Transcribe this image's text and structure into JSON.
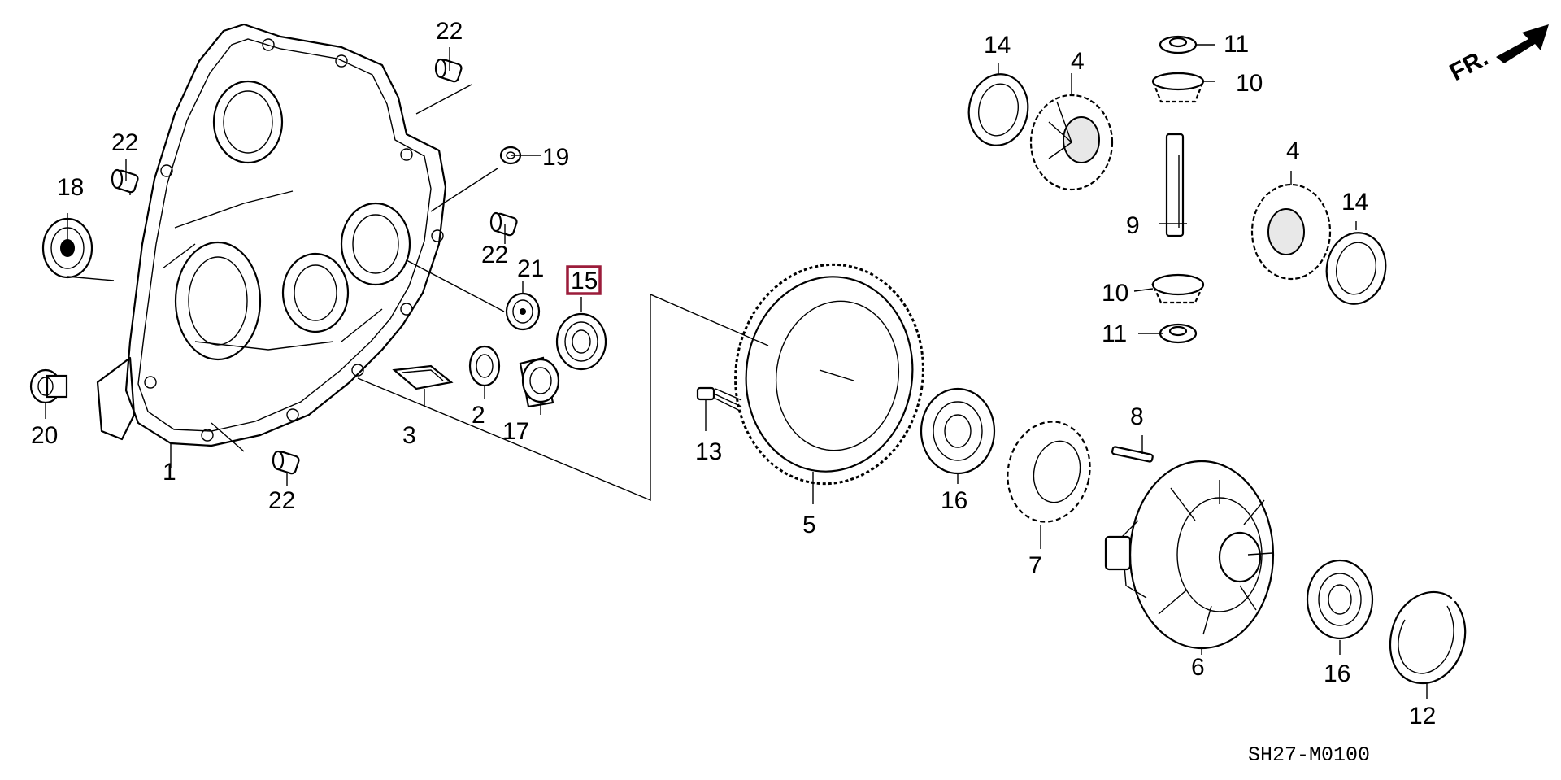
{
  "diagram": {
    "code": "SH27-M0100",
    "direction_label": "FR.",
    "highlighted_part": "15",
    "highlight_color": "#9b1c3a",
    "callouts": {
      "c1": "1",
      "c2": "2",
      "c3": "3",
      "c4a": "4",
      "c4b": "4",
      "c5": "5",
      "c6": "6",
      "c7": "7",
      "c8": "8",
      "c9": "9",
      "c10a": "10",
      "c10b": "10",
      "c11a": "11",
      "c11b": "11",
      "c12": "12",
      "c13": "13",
      "c14a": "14",
      "c14b": "14",
      "c15": "15",
      "c16a": "16",
      "c16b": "16",
      "c17": "17",
      "c18": "18",
      "c19": "19",
      "c20": "20",
      "c21": "21",
      "c22a": "22",
      "c22b": "22",
      "c22c": "22",
      "c22d": "22"
    }
  }
}
